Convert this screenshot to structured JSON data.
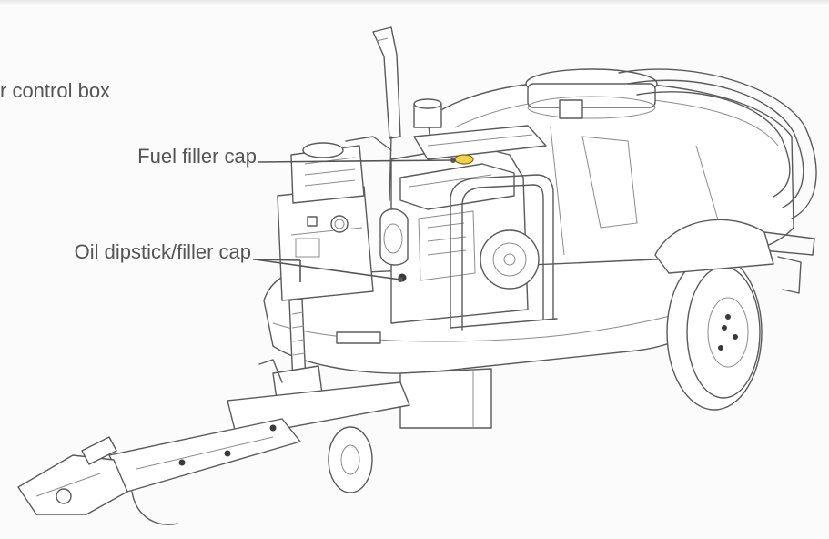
{
  "labels": {
    "control_box": "r control box",
    "fuel_filler_cap": "Fuel filler cap",
    "oil_filler_cap": "Oil dipstick/filler cap"
  },
  "colors": {
    "line_art": "#5a5a5a",
    "callout_text": "#555555",
    "fuel_cap_highlight": "#f2d24a",
    "background": "#fbfbfb"
  }
}
